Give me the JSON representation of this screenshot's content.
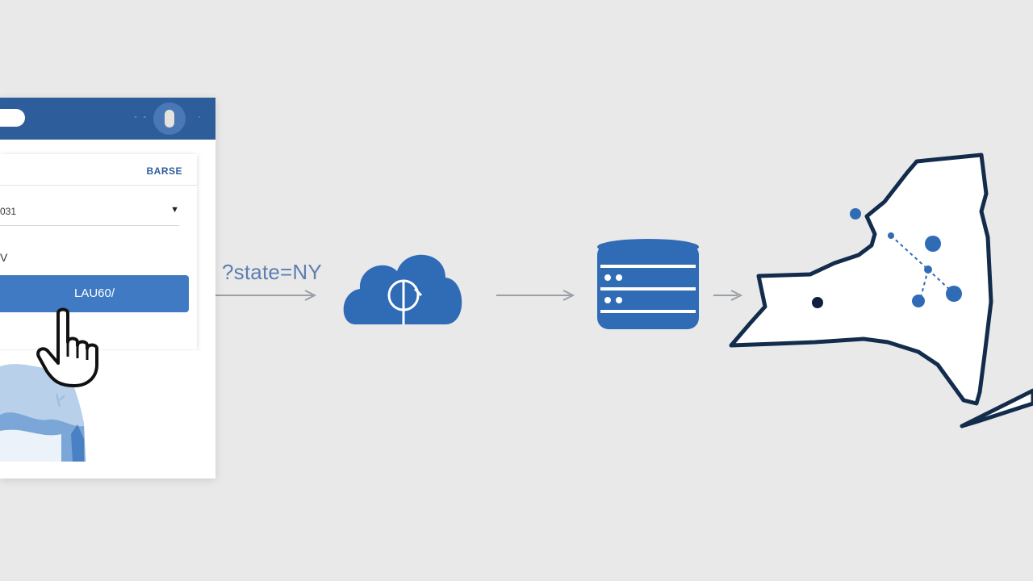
{
  "browser": {
    "form": {
      "header_label": "BARSE",
      "select_value": "031",
      "caret": "▼",
      "second_label": "V",
      "submit_label": "LAU60/"
    },
    "colors": {
      "header_bar": "#2d5d9a",
      "button": "#3f7ac2",
      "avatar": "#4a77b5"
    }
  },
  "flow": {
    "query_label": "?state=NY",
    "steps": [
      {
        "icon": "cloud-api-icon"
      },
      {
        "icon": "database-icon"
      },
      {
        "icon": "new-york-map-icon"
      }
    ],
    "accent_color": "#2f6cb5",
    "arrow_color": "#9aa0a6"
  },
  "cursor": {
    "icon": "pointing-hand-cursor-icon"
  }
}
